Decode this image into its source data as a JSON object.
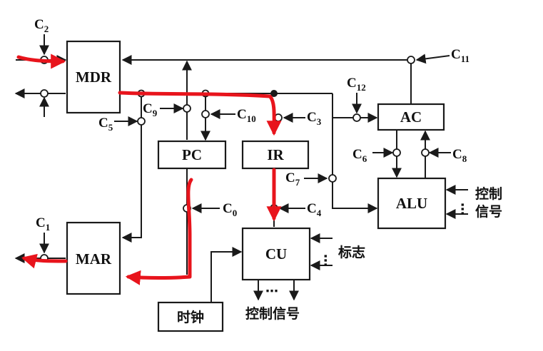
{
  "blocks": {
    "mdr": "MDR",
    "mar": "MAR",
    "pc": "PC",
    "ir": "IR",
    "ac": "AC",
    "alu": "ALU",
    "cu": "CU",
    "clock": "时钟"
  },
  "controls": {
    "c0": {
      "letter": "C",
      "sub": "0"
    },
    "c1": {
      "letter": "C",
      "sub": "1"
    },
    "c2": {
      "letter": "C",
      "sub": "2"
    },
    "c3": {
      "letter": "C",
      "sub": "3"
    },
    "c4": {
      "letter": "C",
      "sub": "4"
    },
    "c5": {
      "letter": "C",
      "sub": "5"
    },
    "c6": {
      "letter": "C",
      "sub": "6"
    },
    "c7": {
      "letter": "C",
      "sub": "7"
    },
    "c8": {
      "letter": "C",
      "sub": "8"
    },
    "c9": {
      "letter": "C",
      "sub": "9"
    },
    "c10": {
      "letter": "C",
      "sub": "10"
    },
    "c11": {
      "letter": "C",
      "sub": "11"
    },
    "c12": {
      "letter": "C",
      "sub": "12"
    }
  },
  "annotations": {
    "alu_ctrl_line1": "控制",
    "alu_ctrl_line2": "信号",
    "cu_flags": "标志",
    "cu_ctrl_out": "控制信号",
    "ellipsis": "⋯"
  },
  "colors": {
    "ink": "#1a1a1a",
    "highlight_path": "#e8141c",
    "background": "#ffffff"
  }
}
